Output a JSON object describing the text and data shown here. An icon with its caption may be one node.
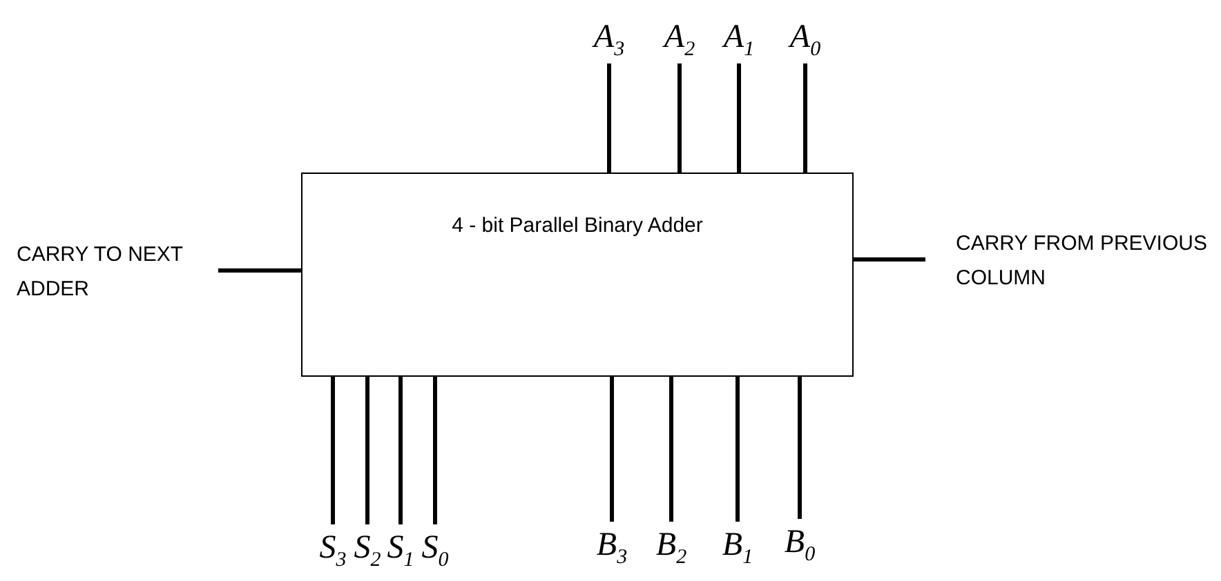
{
  "diagram": {
    "nodes": [
      {
        "text": [
          "A$_{3}$"
        ]
      },
      {
        "text": [
          "A$_{2}$"
        ]
      },
      {
        "text": [
          "A$_{1}$"
        ]
      },
      {
        "text": [
          "A$_{0}$"
        ]
      },
      {
        "text": [
          "CARRY TO NEXT ADDER"
        ]
      },
      {
        "text": [
          "4 - bit Parallel Binary Adder"
        ]
      },
      {
        "text": [
          "CARRY FROM PREVIOUS COLUMN"
        ]
      },
      {
        "text": [
          "S$_{3}$"
        ]
      },
      {
        "text": [
          "S$_{2}$"
        ]
      },
      {
        "text": [
          "S$_{1}$"
        ]
      },
      {
        "text": [
          "S$_{0}$"
        ]
      },
      {
        "text": [
          "B$_{3}$"
        ]
      },
      {
        "text": [
          "B$_{2}$"
        ]
      },
      {
        "text": [
          "B$_{1}$"
        ]
      },
      {
        "text": [
          "B$_{0}$"
        ]
      }
    ],
    "edges": [
      {
        "from": 0,
        "to": 5,
        "arrow": "none"
      },
      {
        "from": 1,
        "to": 5,
        "arrow": "none"
      },
      {
        "from": 2,
        "to": 5,
        "arrow": "none"
      },
      {
        "from": 3,
        "to": 5,
        "arrow": "none"
      },
      {
        "from": 5,
        "to": 4,
        "arrow": "none"
      },
      {
        "from": 6,
        "to": 5,
        "arrow": "none"
      },
      {
        "from": 5,
        "to": 7,
        "arrow": "none"
      },
      {
        "from": 5,
        "to": 8,
        "arrow": "none"
      },
      {
        "from": 5,
        "to": 9,
        "arrow": "none"
      },
      {
        "from": 5,
        "to": 10,
        "arrow": "none"
      },
      {
        "from": 11,
        "to": 5,
        "arrow": "none"
      },
      {
        "from": 12,
        "to": 5,
        "arrow": "none"
      },
      {
        "from": 13,
        "to": 5,
        "arrow": "none"
      },
      {
        "from": 14,
        "to": 5,
        "arrow": "none"
      }
    ]
  }
}
